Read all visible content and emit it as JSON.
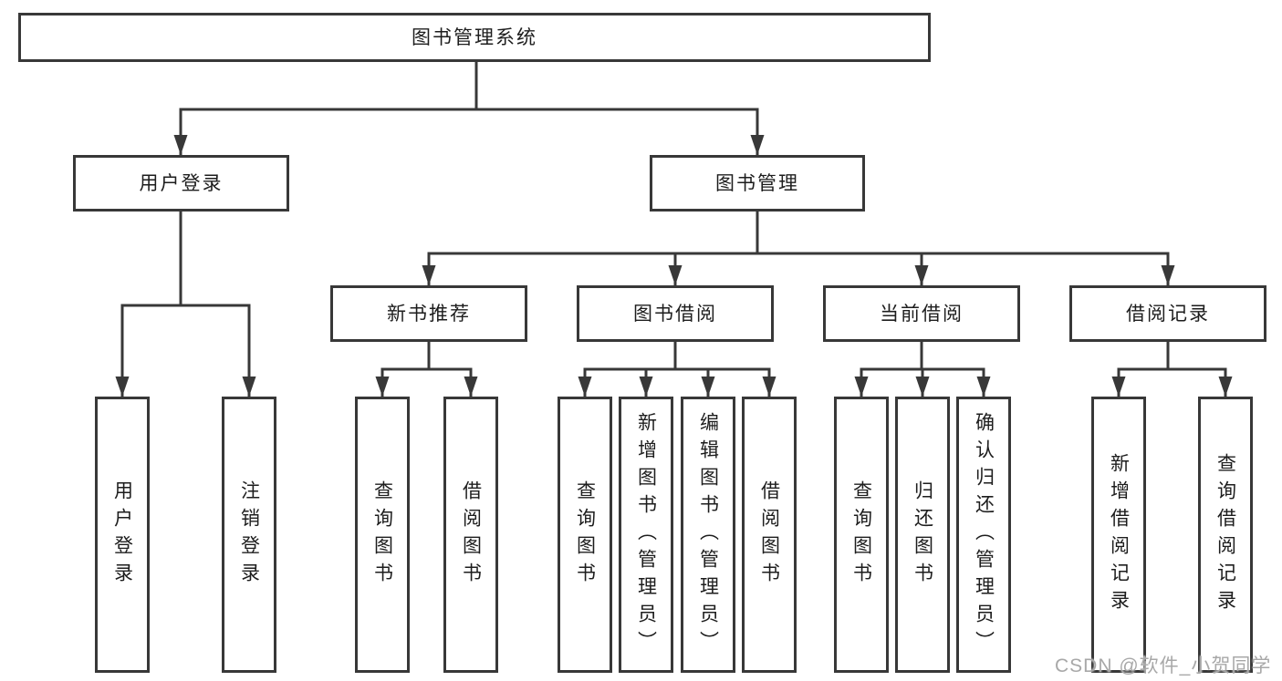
{
  "diagram": {
    "root": {
      "label": "图书管理系统"
    },
    "branches": [
      {
        "label": "用户登录",
        "children": [
          {
            "label": "用户登录"
          },
          {
            "label": "注销登录"
          }
        ]
      },
      {
        "label": "图书管理",
        "children": [
          {
            "label": "新书推荐",
            "children": [
              {
                "label": "查询图书"
              },
              {
                "label": "借阅图书"
              }
            ]
          },
          {
            "label": "图书借阅",
            "children": [
              {
                "label": "查询图书"
              },
              {
                "label": "新增图书（管理员）"
              },
              {
                "label": "编辑图书（管理员）"
              },
              {
                "label": "借阅图书"
              }
            ]
          },
          {
            "label": "当前借阅",
            "children": [
              {
                "label": "查询图书"
              },
              {
                "label": "归还图书"
              },
              {
                "label": "确认归还（管理员）"
              }
            ]
          },
          {
            "label": "借阅记录",
            "children": [
              {
                "label": "新增借阅记录"
              },
              {
                "label": "查询借阅记录"
              }
            ]
          }
        ]
      }
    ],
    "watermark": "CSDN @软件_小贺同学",
    "colors": {
      "border": "#383838",
      "line": "#383838",
      "ink": "#1d1d1d",
      "watermark": "#a8a8a8",
      "canvas": "#ffffff"
    }
  }
}
